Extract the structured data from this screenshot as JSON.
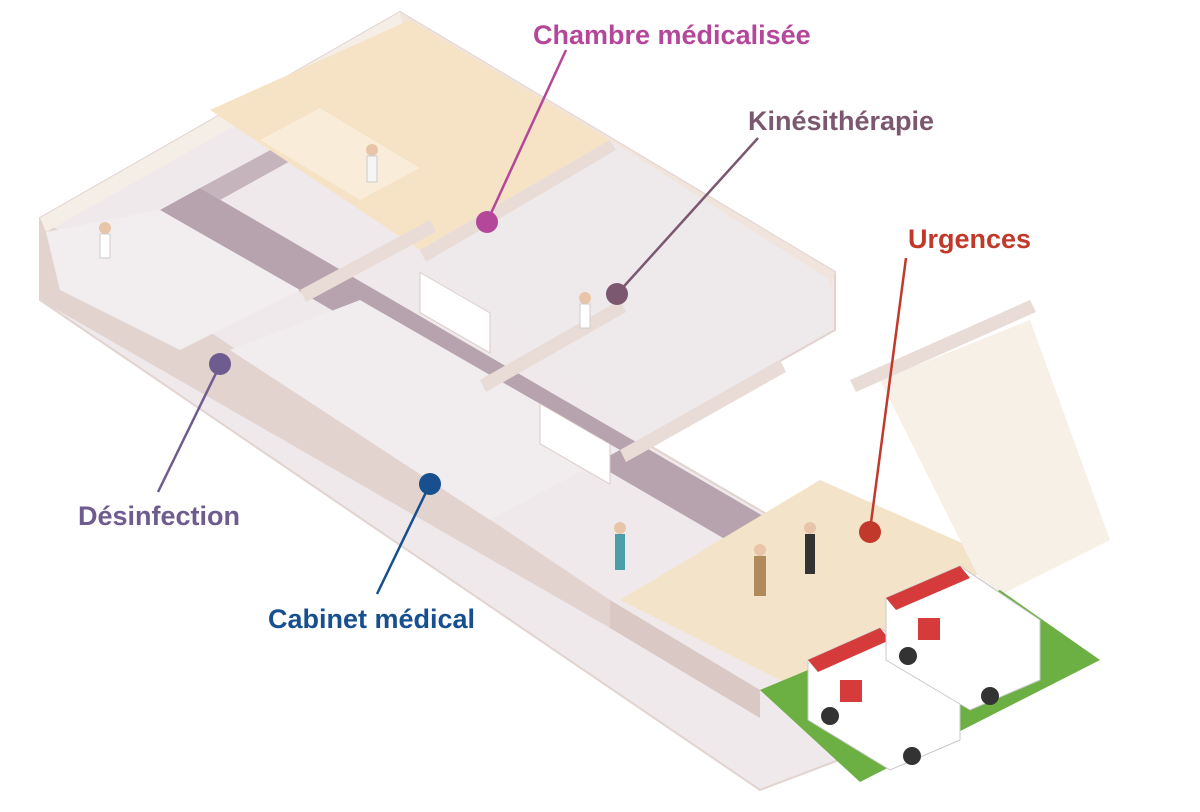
{
  "labels": {
    "chambre": {
      "text": "Chambre médicalisée",
      "color": "#b5479b"
    },
    "kine": {
      "text": "Kinésithérapie",
      "color": "#7b5870"
    },
    "urgences": {
      "text": "Urgences",
      "color": "#c0392b"
    },
    "desinfection": {
      "text": "Désinfection",
      "color": "#6e5c8f"
    },
    "cabinet": {
      "text": "Cabinet médical",
      "color": "#174f8f"
    }
  },
  "colors": {
    "floor": "#efe9ec",
    "wall_top": "#f5eee7",
    "wall_side": "#e2d3cf",
    "corridor": "#b7a3ad",
    "lawn": "#6cb043",
    "tile": "#f3e3c9"
  }
}
